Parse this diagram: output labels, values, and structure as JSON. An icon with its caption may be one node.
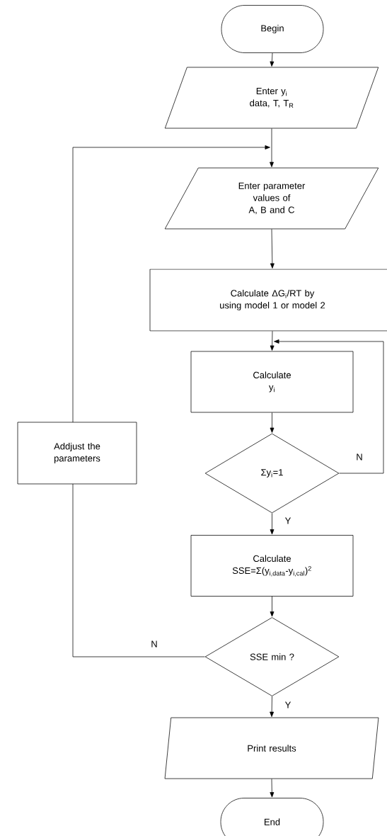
{
  "diagram": {
    "nodes": [
      {
        "text": [
          "Begin"
        ]
      },
      {
        "text": [
          "Enter y$_{i}$ data, T, T$_{R}$"
        ]
      },
      {
        "text": [
          "Enter parameter values of A, B and C"
        ]
      },
      {
        "text": [
          "Calculate ΔG$_{i}$/RT by using model 1 or model 2"
        ]
      },
      {
        "text": [
          "Calculate y$_{i}$"
        ]
      },
      {
        "text": [
          "Σy$_{i}$=1"
        ]
      },
      {
        "text": [
          "Calculate SSE=Σ(y$_{i,data}$-y$_{i,cal}$)$^{2}$"
        ]
      },
      {
        "text": [
          "SSE min ?"
        ]
      },
      {
        "text": [
          "Addjust the parameters"
        ]
      },
      {
        "text": [
          "Print results"
        ]
      },
      {
        "text": [
          "End"
        ]
      }
    ],
    "edges": [
      {
        "from": 0,
        "to": 1,
        "arrow": "to"
      },
      {
        "from": 1,
        "to": 2,
        "arrow": "to"
      },
      {
        "from": 2,
        "to": 3,
        "arrow": "to"
      },
      {
        "from": 3,
        "to": 4,
        "arrow": "to"
      },
      {
        "from": 4,
        "to": 5,
        "arrow": "to"
      },
      {
        "from": 5,
        "to": 4,
        "arrow": "to",
        "label": "N"
      },
      {
        "from": 5,
        "to": 6,
        "arrow": "to",
        "label": "Y"
      },
      {
        "from": 6,
        "to": 7,
        "arrow": "to"
      },
      {
        "from": 7,
        "to": 8,
        "arrow": "none",
        "label": "N"
      },
      {
        "from": 8,
        "to": 2,
        "arrow": "to"
      },
      {
        "from": 7,
        "to": 9,
        "arrow": "to",
        "label": "Y"
      },
      {
        "from": 9,
        "to": 10,
        "arrow": "to"
      }
    ]
  }
}
